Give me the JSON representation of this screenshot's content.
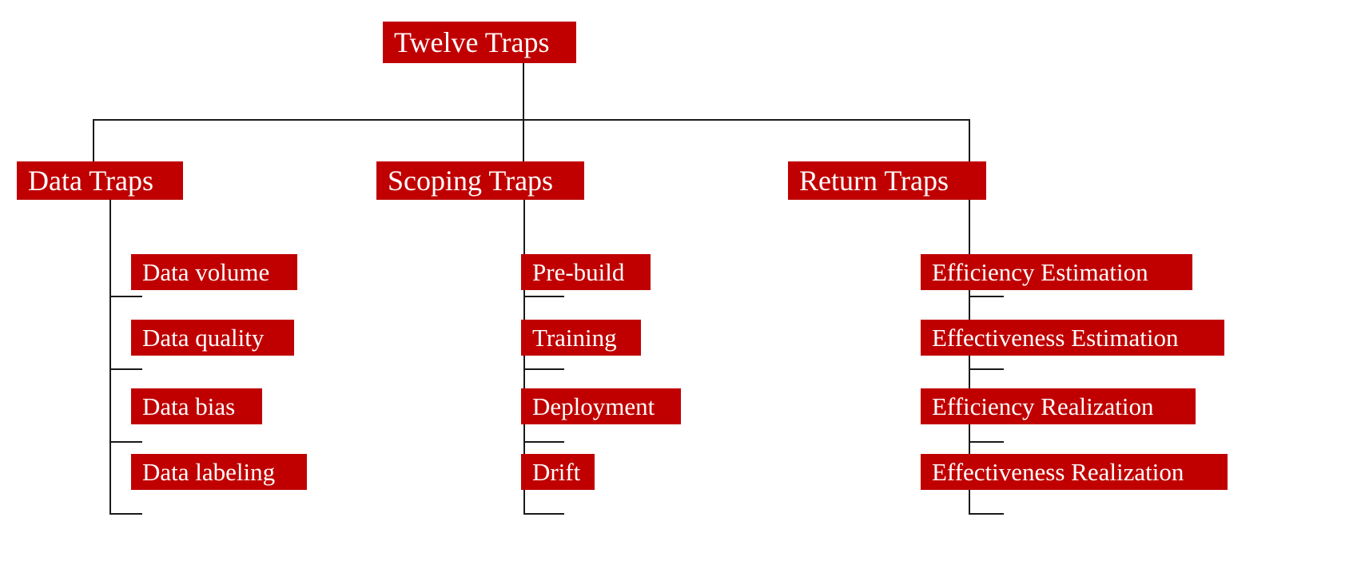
{
  "diagram": {
    "title": "Twelve Traps",
    "type": "hierarchy-tree",
    "colors": {
      "node_fill": "#c00000",
      "node_text": "#ffffff",
      "edge": "#1a1a1a",
      "background": "#ffffff"
    },
    "root": {
      "label": "Twelve Traps"
    },
    "branches": [
      {
        "label": "Data Traps",
        "children": [
          {
            "label": "Data volume"
          },
          {
            "label": "Data quality"
          },
          {
            "label": "Data bias"
          },
          {
            "label": "Data labeling"
          }
        ]
      },
      {
        "label": "Scoping Traps",
        "children": [
          {
            "label": "Pre-build"
          },
          {
            "label": "Training"
          },
          {
            "label": "Deployment"
          },
          {
            "label": "Drift"
          }
        ]
      },
      {
        "label": "Return Traps",
        "children": [
          {
            "label": "Efficiency Estimation"
          },
          {
            "label": "Effectiveness Estimation"
          },
          {
            "label": "Efficiency Realization"
          },
          {
            "label": "Effectiveness Realization"
          }
        ]
      }
    ]
  }
}
